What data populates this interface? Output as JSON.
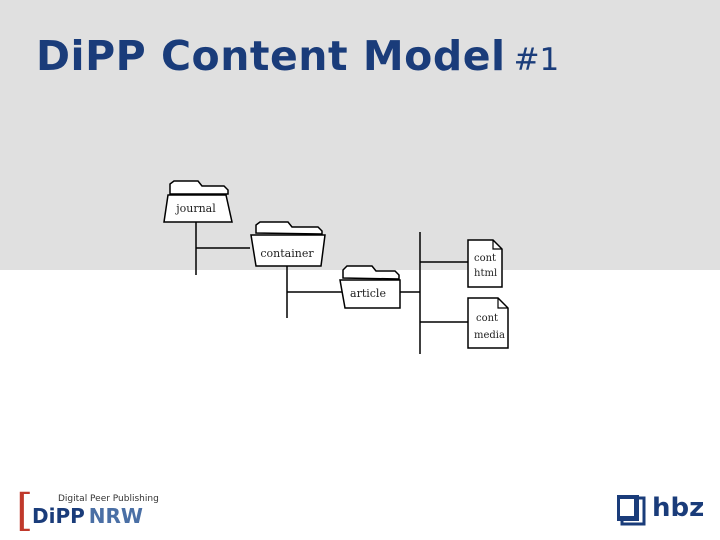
{
  "slide": {
    "title": "DiPP Content Model",
    "title_number": "#1"
  },
  "diagram": {
    "folders": [
      {
        "label": "journal"
      },
      {
        "label": "container"
      },
      {
        "label": "article"
      }
    ],
    "documents": [
      {
        "line1": "cont",
        "line2": "html"
      },
      {
        "line1": "cont",
        "line2": "media"
      }
    ]
  },
  "footer": {
    "dipp_tagline": "Digital Peer Publishing",
    "dipp_logo_main": "DiPP",
    "dipp_logo_region": "NRW",
    "dipp_bracket": "[",
    "hbz_logo": "hbz"
  },
  "colors": {
    "title": "#1a3c7a",
    "band": "#e0e0e0",
    "bracket": "#c0392b"
  }
}
